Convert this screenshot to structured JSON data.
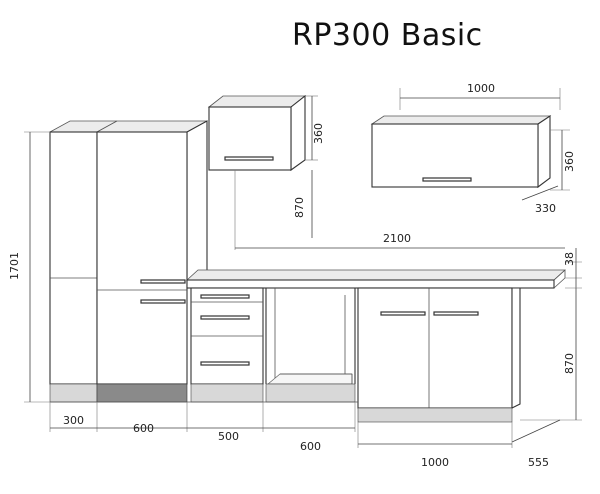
{
  "title": "RP300 Basic",
  "dimensions": {
    "wall_cabinet_width": "1000",
    "wall_cabinet_height_small": "360",
    "wall_cabinet_height_large": "360",
    "wall_cabinet_depth": "330",
    "wall_cabinet_gap": "870",
    "total_counter_width": "2100",
    "counter_thickness": "38",
    "tall_unit_height": "1701",
    "base_unit_height": "870",
    "unit_depth": "555",
    "width_300": "300",
    "width_600_tall": "600",
    "width_500": "500",
    "width_600_oven": "600",
    "width_1000": "1000"
  }
}
